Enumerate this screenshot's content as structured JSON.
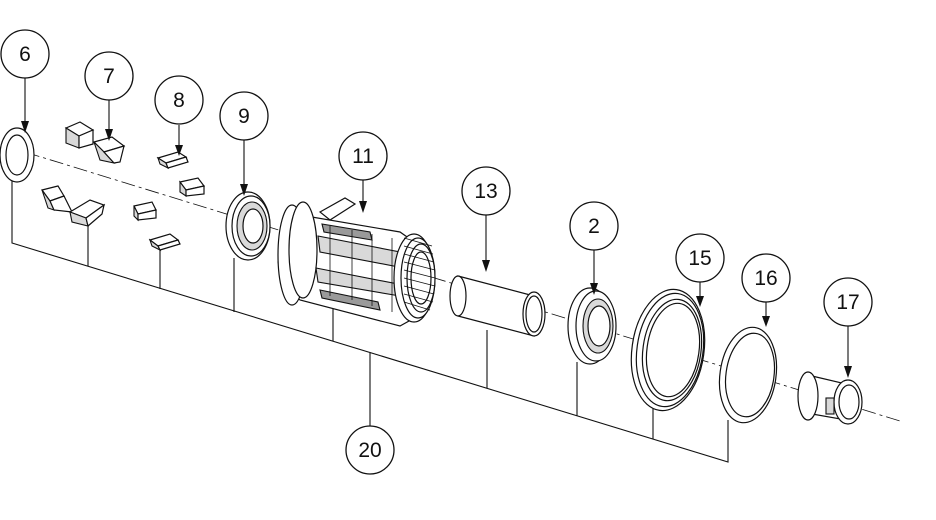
{
  "callouts": {
    "c6": "6",
    "c7": "7",
    "c8": "8",
    "c9": "9",
    "c11": "11",
    "c13": "13",
    "c2": "2",
    "c15": "15",
    "c16": "16",
    "c17": "17",
    "c20": "20"
  }
}
